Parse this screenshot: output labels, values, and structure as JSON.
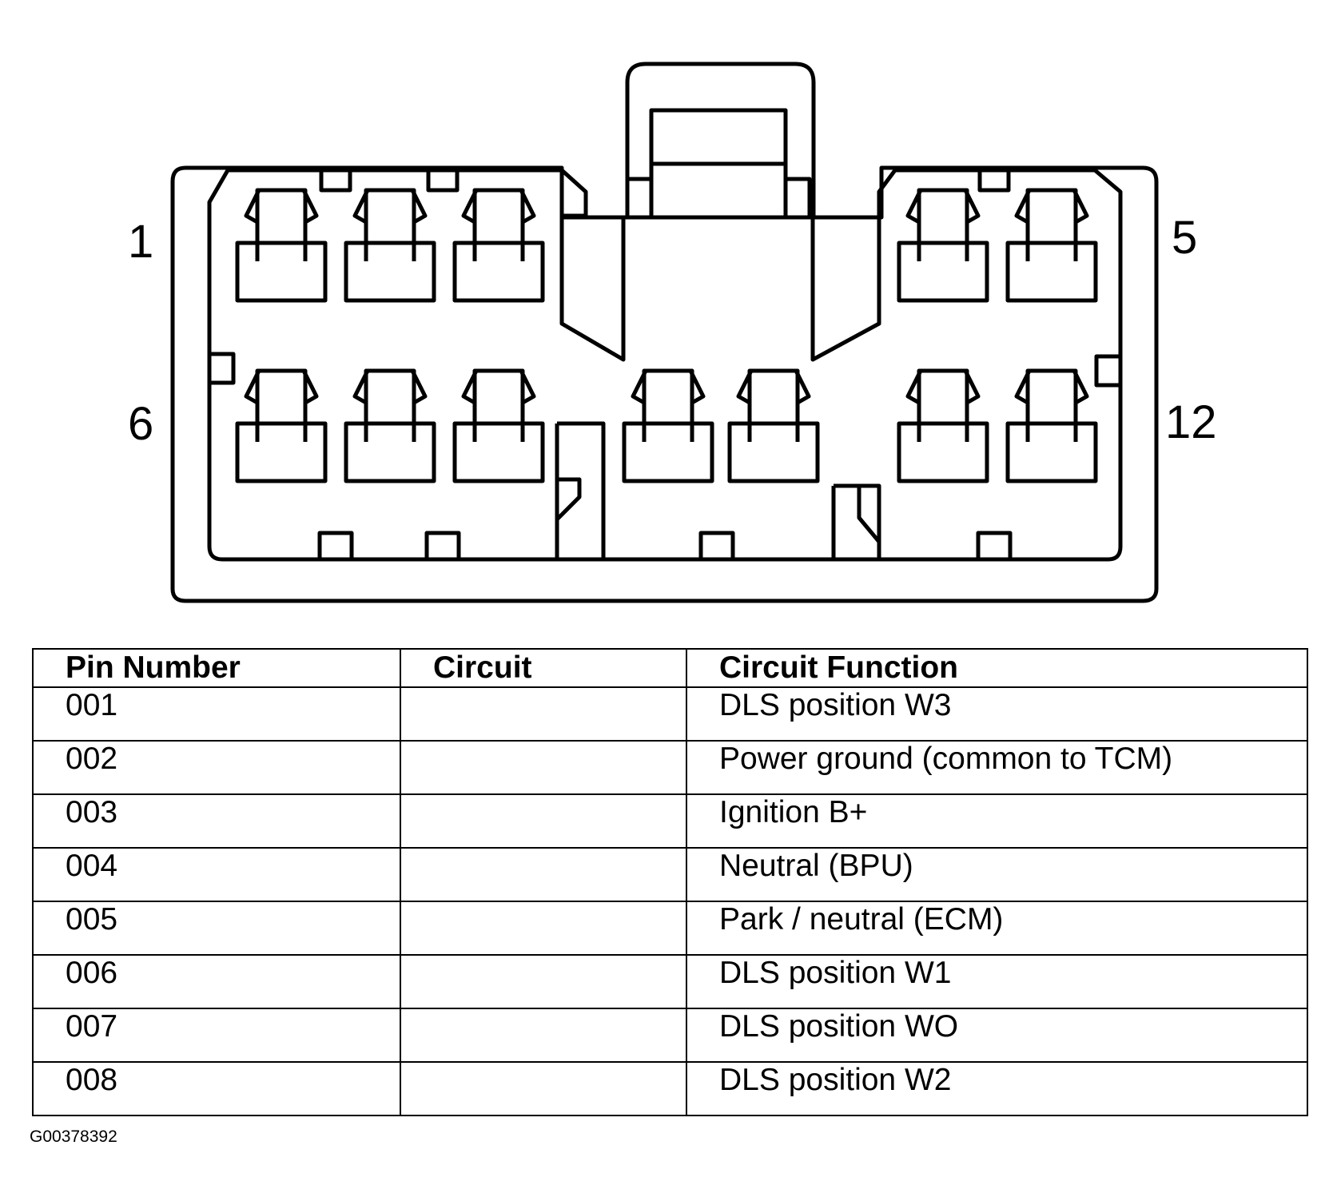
{
  "connector": {
    "pin_labels": {
      "top_left": "1",
      "top_right": "5",
      "bottom_left": "6",
      "bottom_right": "12"
    }
  },
  "table": {
    "headers": [
      "Pin Number",
      "Circuit",
      "Circuit Function"
    ],
    "rows": [
      {
        "pin": "001",
        "circuit": "",
        "function": "DLS position W3"
      },
      {
        "pin": "002",
        "circuit": "",
        "function": "Power ground (common to TCM)"
      },
      {
        "pin": "003",
        "circuit": "",
        "function": "Ignition B+"
      },
      {
        "pin": "004",
        "circuit": "",
        "function": "Neutral (BPU)"
      },
      {
        "pin": "005",
        "circuit": "",
        "function": "Park / neutral (ECM)"
      },
      {
        "pin": "006",
        "circuit": "",
        "function": "DLS position W1"
      },
      {
        "pin": "007",
        "circuit": "",
        "function": "DLS position WO"
      },
      {
        "pin": "008",
        "circuit": "",
        "function": "DLS position W2"
      }
    ]
  },
  "figure_code": "G00378392"
}
